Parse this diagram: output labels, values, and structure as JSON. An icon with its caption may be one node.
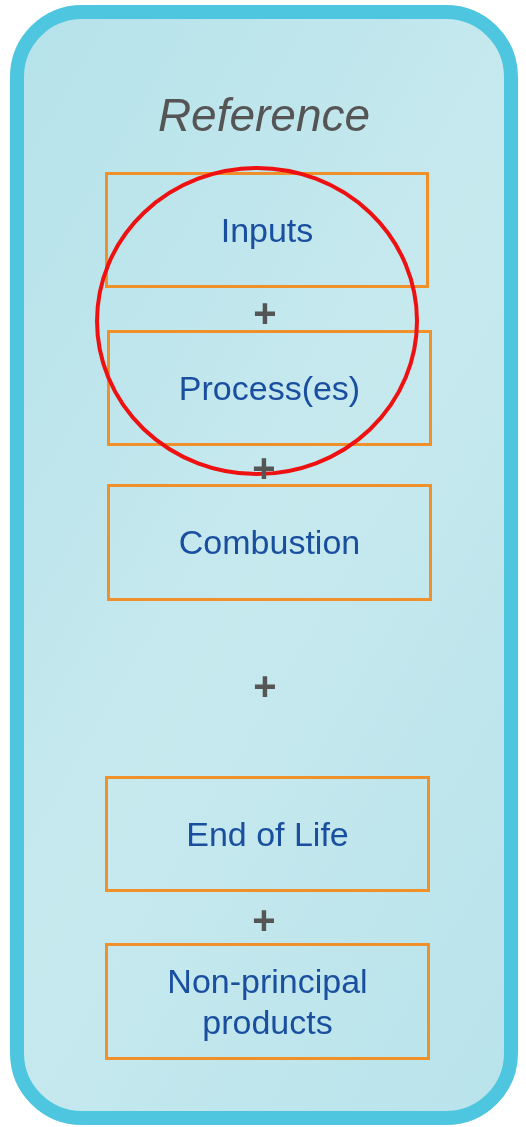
{
  "diagram": {
    "nodes": [
      {
        "text": [
          "Reference"
        ]
      },
      {
        "text": [
          "Inputs"
        ],
        "in": 0
      },
      {
        "text": [
          "Process(es)"
        ],
        "in": 0
      },
      {
        "text": [
          "Combustion"
        ],
        "in": 0
      },
      {
        "text": [
          "End of Life"
        ],
        "in": 0
      },
      {
        "text": [
          "Non-principal products"
        ],
        "in": 0
      }
    ],
    "edges": [],
    "labels": [
      "+",
      "+",
      "+",
      "+"
    ]
  }
}
